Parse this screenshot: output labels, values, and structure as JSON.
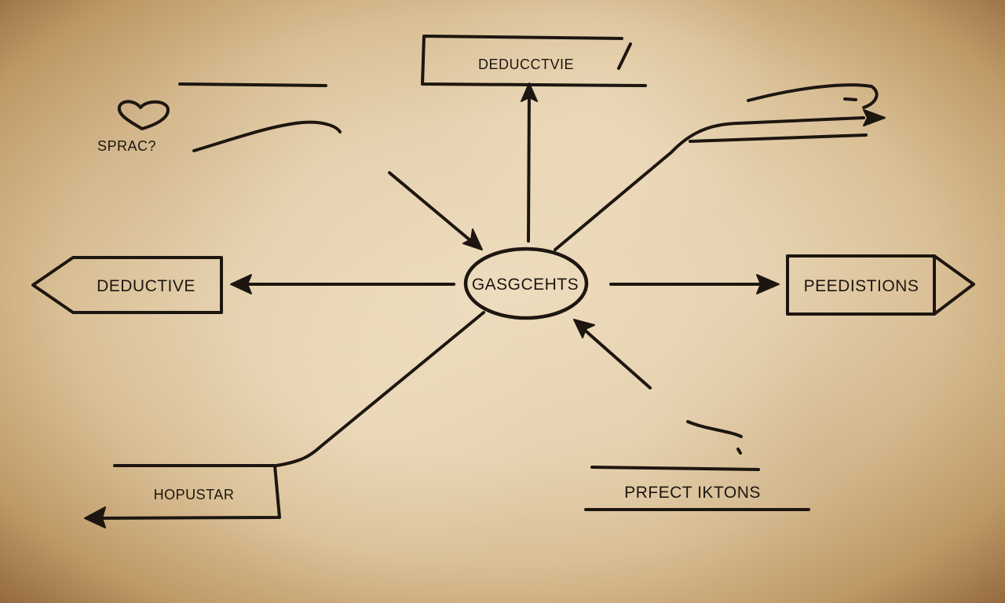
{
  "diagram": {
    "center": {
      "label": "GASGCEHTS"
    },
    "top_box": {
      "label": "DEDUCCTVIE"
    },
    "left_box": {
      "label": "DEDUCTIVE"
    },
    "right_box": {
      "label": "PEEDISTIONS"
    },
    "bottom_left_box": {
      "label": "HOPUSTAR"
    },
    "bottom_right_label": {
      "label": "PRFECT IKTONS"
    },
    "top_left_note": {
      "label": "SPRAC?"
    }
  },
  "colors": {
    "ink": "#1d1610",
    "paper": "#e6d2b0",
    "vignette": "#94693e"
  },
  "icons": {
    "heart": "heart-icon"
  }
}
